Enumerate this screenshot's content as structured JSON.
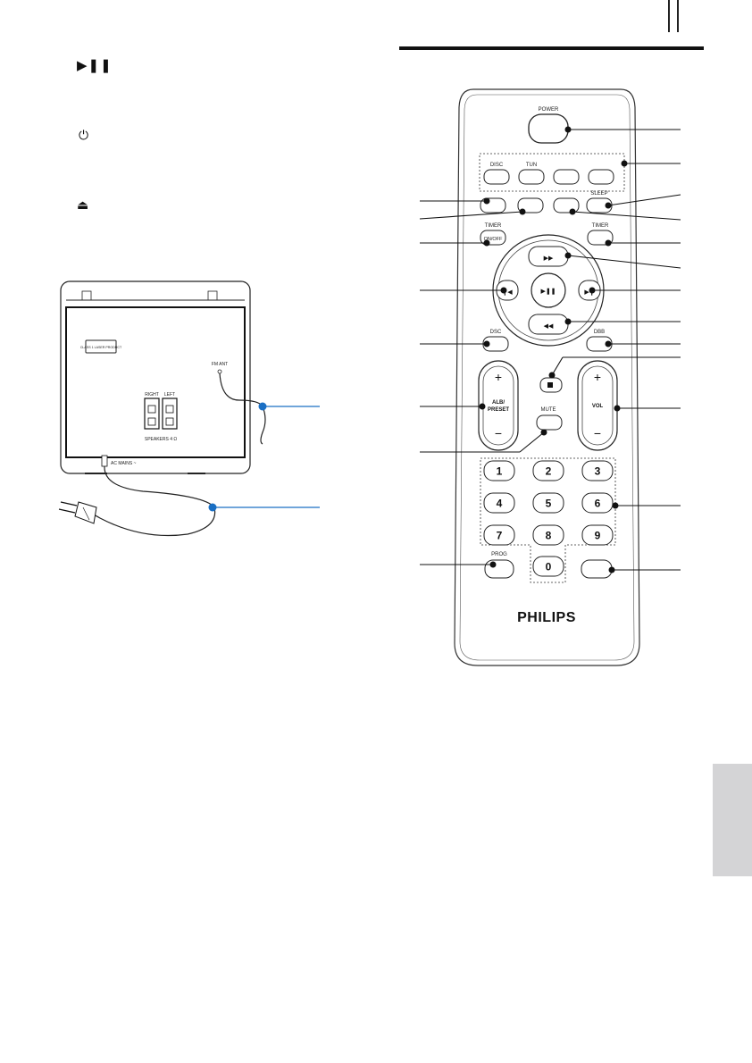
{
  "symbols": {
    "play_pause": "▶❚❚",
    "power": "⏻",
    "eject": "⏏"
  },
  "unit_back": {
    "label_box": "CLASS 1 LASER PRODUCT",
    "fm_antenna_label": "FM ANT",
    "speaker_right": "RIGHT",
    "speaker_left": "LEFT",
    "speakers_label": "SPEAKERS 4 Ω",
    "ac_mains_label": "AC MAINS ~"
  },
  "remote": {
    "power_label": "POWER",
    "source_buttons": [
      "DISC",
      "TUN",
      "",
      ""
    ],
    "sleep_label": "SLEEP",
    "timer_onoff_label_1": "TIMER",
    "timer_onoff_label_2": "ON/OFF",
    "timer_label": "TIMER",
    "dsc_label": "DSC",
    "dbb_label": "DBB",
    "alb_preset_label_1": "ALB/",
    "alb_preset_label_2": "PRESET",
    "vol_label": "VOL",
    "mute_label": "MUTE",
    "plus": "+",
    "minus": "−",
    "numbers": [
      "1",
      "2",
      "3",
      "4",
      "5",
      "6",
      "7",
      "8",
      "9",
      "0"
    ],
    "prog_label": "PROG",
    "brand": "PHILIPS"
  },
  "colors": {
    "callout_blue": "#1a6fc4",
    "line_dark": "#111111",
    "tab_gray": "#d4d4d6"
  }
}
